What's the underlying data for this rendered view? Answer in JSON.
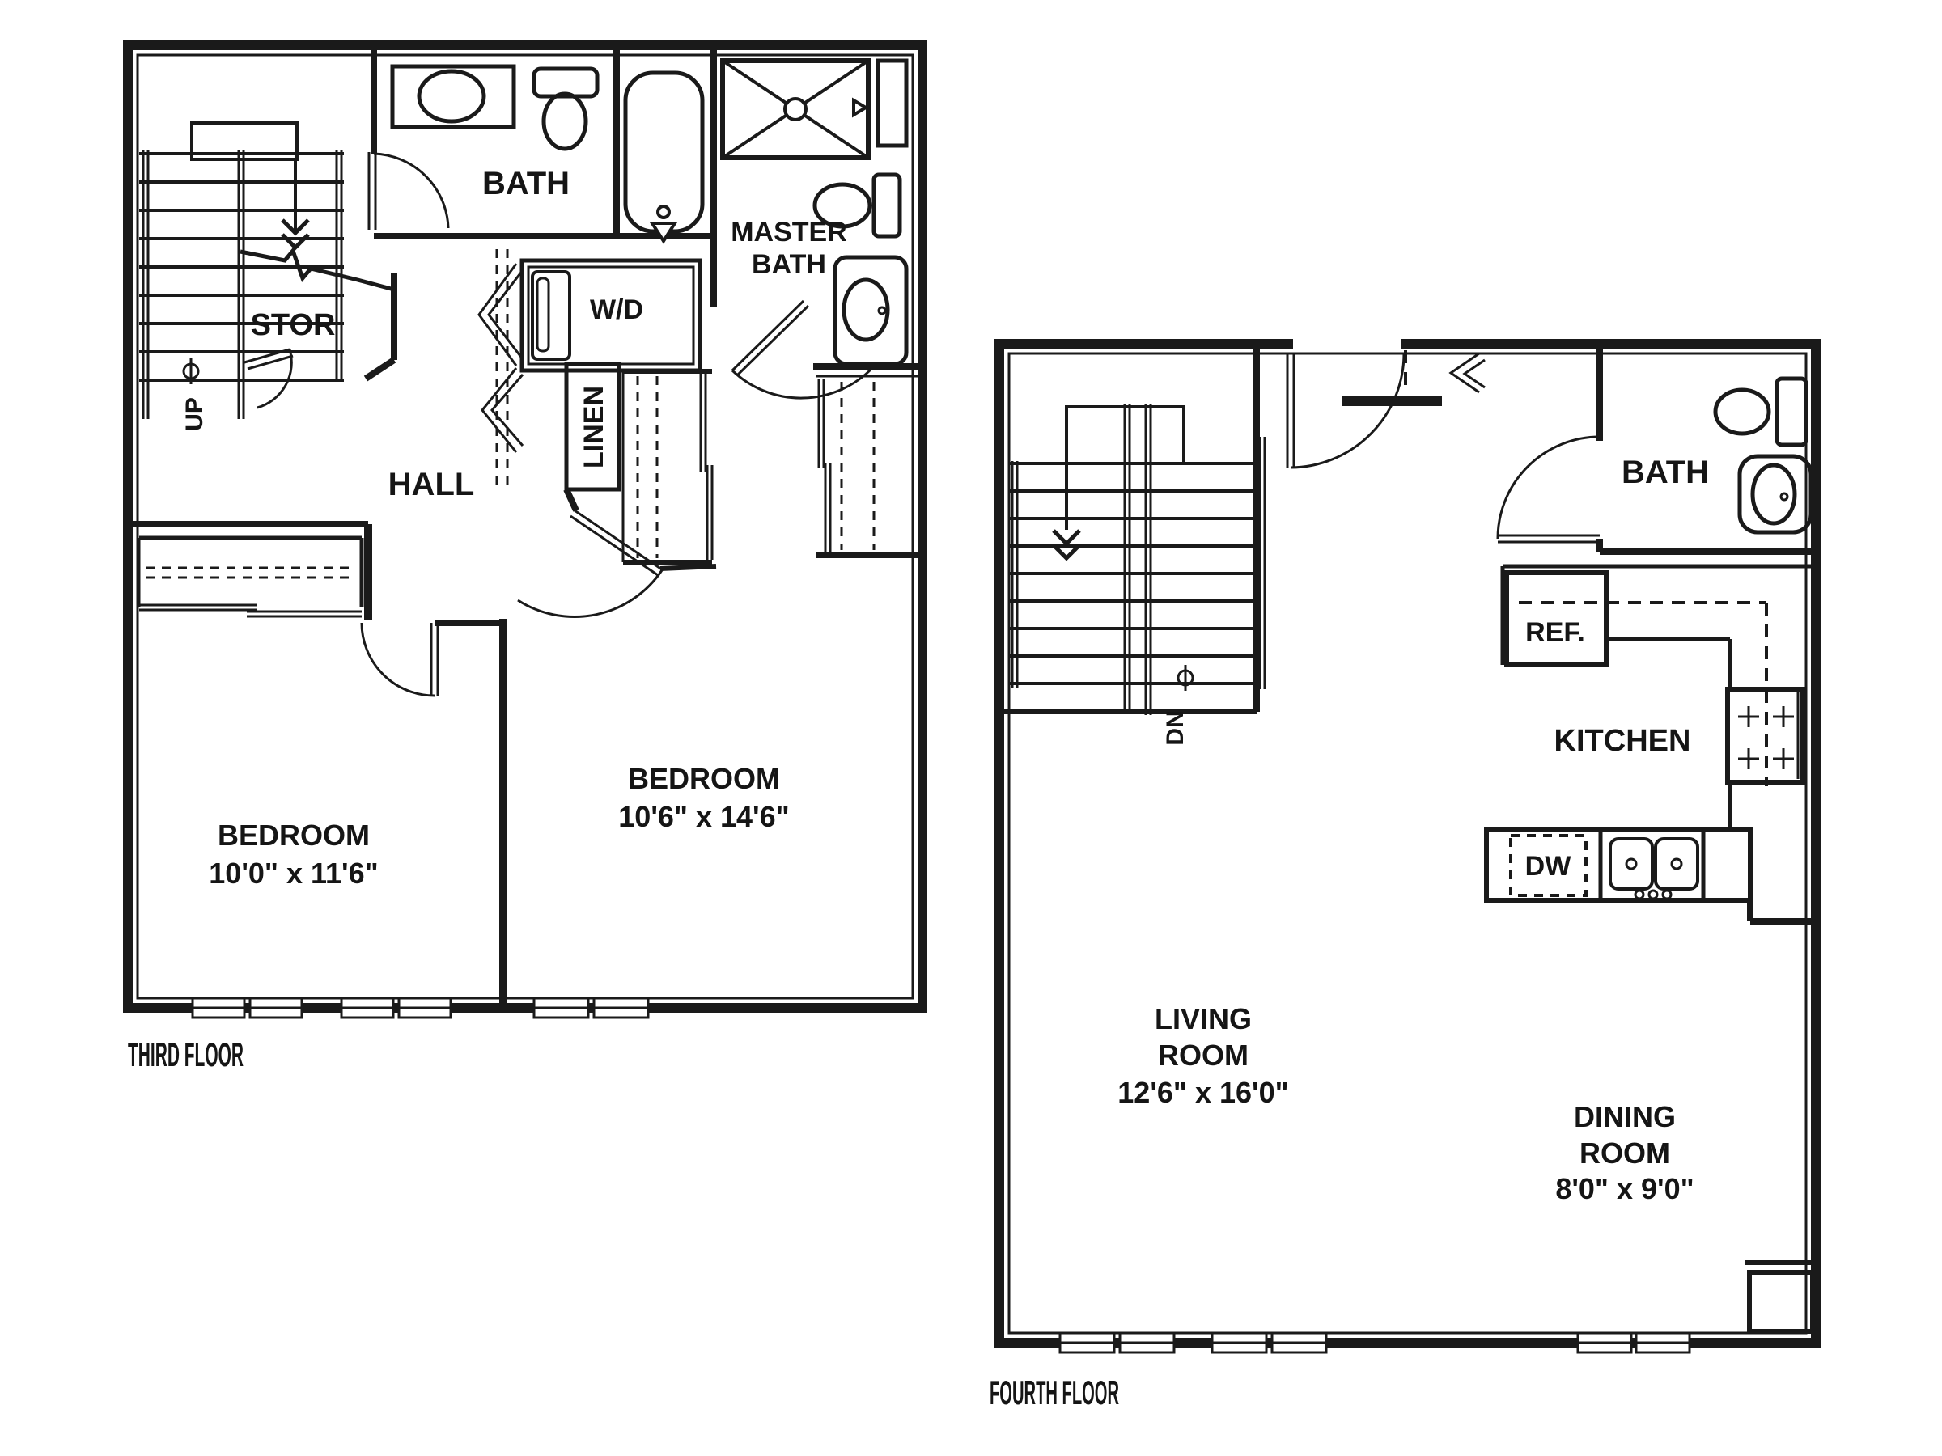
{
  "document": {
    "type": "apartment floor plan drawing",
    "background_color": "#ffffff",
    "line_color": "#1a1a1a"
  },
  "floors": [
    {
      "title": "THIRD FLOOR",
      "labels": {
        "bath": "BATH",
        "master_bath_line1": "MASTER",
        "master_bath_line2": "BATH",
        "washer_dryer": "W/D",
        "linen": "LINEN",
        "hall": "HALL",
        "storage": "STOR",
        "stairs_up": "UP",
        "bedroom1_name": "BEDROOM",
        "bedroom1_dims": "10'0\" x 11'6\"",
        "bedroom2_name": "BEDROOM",
        "bedroom2_dims": "10'6\" x 14'6\""
      }
    },
    {
      "title": "FOURTH FLOOR",
      "labels": {
        "stairs_down": "DN",
        "bath": "BATH",
        "refrigerator": "REF.",
        "kitchen": "KITCHEN",
        "dishwasher": "DW",
        "living_line1": "LIVING",
        "living_line2": "ROOM",
        "living_dims": "12'6\" x 16'0\"",
        "dining_line1": "DINING",
        "dining_line2": "ROOM",
        "dining_dims": "8'0\" x 9'0\""
      }
    }
  ]
}
